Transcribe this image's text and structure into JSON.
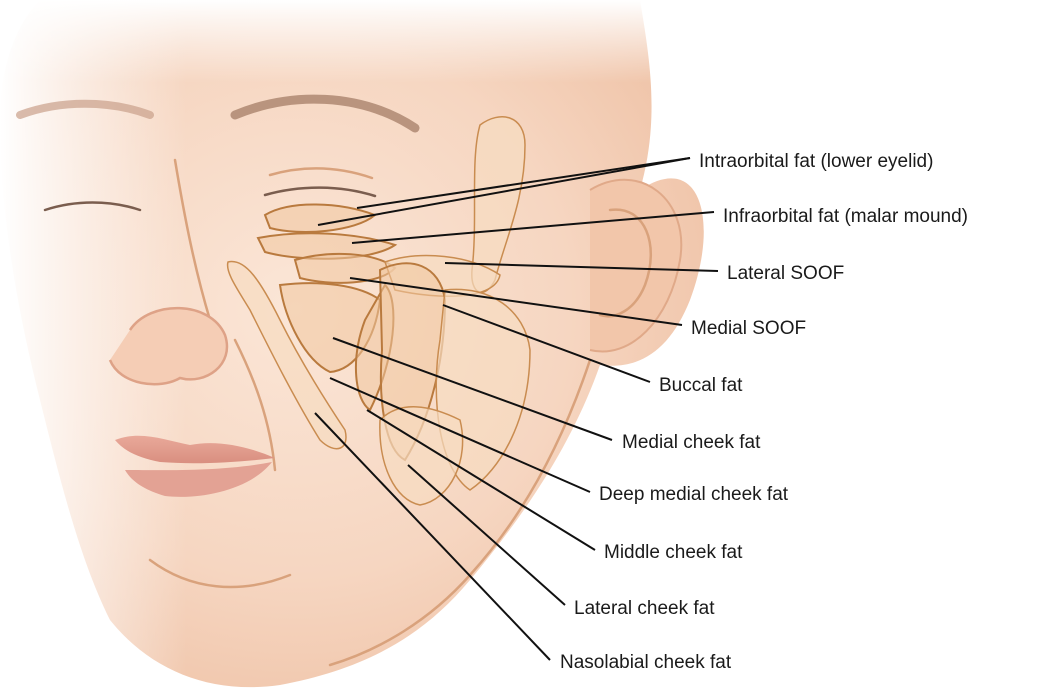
{
  "labels": [
    {
      "id": "intraorbital",
      "text": "Intraorbital fat (lower eyelid)"
    },
    {
      "id": "infraorbital",
      "text": "Infraorbital fat (malar mound)"
    },
    {
      "id": "lateral-soof",
      "text": "Lateral SOOF"
    },
    {
      "id": "medial-soof",
      "text": "Medial SOOF"
    },
    {
      "id": "buccal",
      "text": "Buccal fat"
    },
    {
      "id": "medial-cheek",
      "text": "Medial cheek fat"
    },
    {
      "id": "deep-medial-cheek",
      "text": "Deep medial cheek fat"
    },
    {
      "id": "middle-cheek",
      "text": "Middle cheek fat"
    },
    {
      "id": "lateral-cheek",
      "text": "Lateral cheek fat"
    },
    {
      "id": "nasolabial-cheek",
      "text": "Nasolabial cheek fat"
    }
  ],
  "colors": {
    "skin": "#f8dccb",
    "skin_shadow": "#eab99d",
    "fat_pad": "#f0c79e",
    "fat_outline": "#b97a3e",
    "leader_line": "#111111",
    "label_text": "#1a1a1a"
  }
}
